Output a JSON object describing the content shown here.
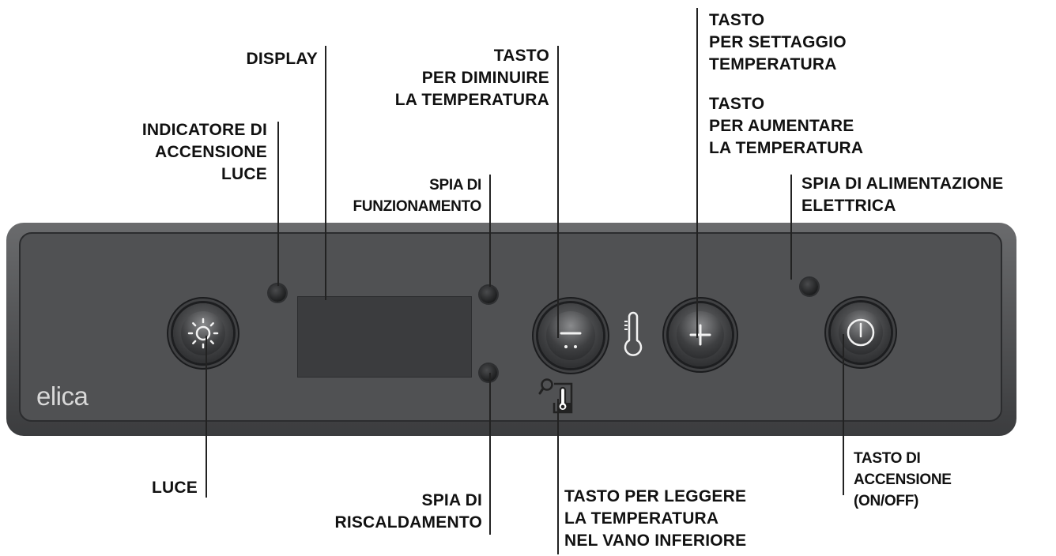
{
  "labels": {
    "display": [
      "DISPLAY"
    ],
    "indicatore": [
      "INDICATORE DI",
      "ACCENSIONE",
      "LUCE"
    ],
    "spia_funz": [
      "SPIA DI",
      "FUNZIONAMENTO"
    ],
    "tasto_diminuire": [
      "TASTO",
      "PER DIMINUIRE",
      "LA TEMPERATURA"
    ],
    "tasto_settaggio": [
      "TASTO",
      "PER SETTAGGIO",
      "TEMPERATURA"
    ],
    "tasto_aumentare": [
      "TASTO",
      "PER AUMENTARE",
      "LA TEMPERATURA"
    ],
    "spia_alim": [
      "SPIA DI ALIMENTAZIONE",
      "ELETTRICA"
    ],
    "luce": [
      "LUCE"
    ],
    "spia_risc": [
      "SPIA DI",
      "RISCALDAMENTO"
    ],
    "tasto_leggere": [
      "TASTO PER LEGGERE",
      "LA TEMPERATURA",
      "NEL VANO INFERIORE"
    ],
    "tasto_accensione": [
      "TASTO DI",
      "ACCENSIONE",
      "(ON/OFF)"
    ]
  },
  "panel": {
    "brand": "elica"
  },
  "icons": {
    "light_button": "sun-icon",
    "minus_button": "minus-icon",
    "plus_button": "plus-icon",
    "power_button": "power-icon",
    "thermometer": "thermometer-icon",
    "lower_compartment": "lower-compartment-temperature-icon"
  },
  "colors": {
    "panel": "#505153",
    "panel_frame": "#3b3c3e",
    "display": "#3b3c3e",
    "label_text": "#111111",
    "icon_stroke": "#f2f2f2",
    "brand_text": "#d8d8d8"
  }
}
